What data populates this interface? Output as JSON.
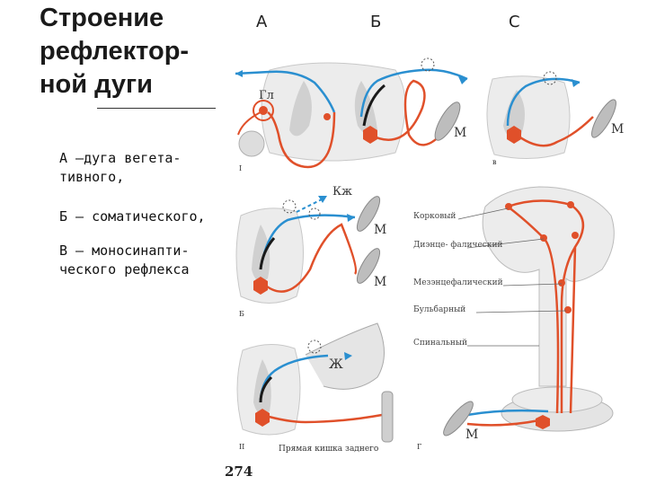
{
  "title": {
    "lines": [
      "Строение",
      "рефлектор-",
      "ной дуги"
    ]
  },
  "captions": {
    "a": [
      "А –дуга вегета-",
      "тивного,"
    ],
    "b": "Б – соматического,",
    "c": [
      "В – моносинапти-",
      "ческого рефлекса"
    ]
  },
  "columns": {
    "a": "А",
    "b": "Б",
    "c": "С"
  },
  "figure_labels": {
    "gl": "Гл",
    "m1": "М",
    "m2": "М",
    "m3": "М",
    "m4": "М",
    "m5": "М",
    "kzh": "Кж",
    "zh": "Ж",
    "rectum": "Прямая кишка заднего",
    "panel_1": "I",
    "panel_2": "II",
    "panel_b": "Б",
    "panel_v": "в",
    "panel_g": "Г"
  },
  "brain_levels": [
    "Корковый",
    "Диэнце-\nфалический",
    "Мезэнцефалический",
    "Бульбарный",
    "Спинальный"
  ],
  "page_number": "274",
  "colors": {
    "afferent": "#2a8fd0",
    "efferent": "#e0502a",
    "interneuron": "#1a1a1a",
    "tissue": "#c8c8c8"
  }
}
